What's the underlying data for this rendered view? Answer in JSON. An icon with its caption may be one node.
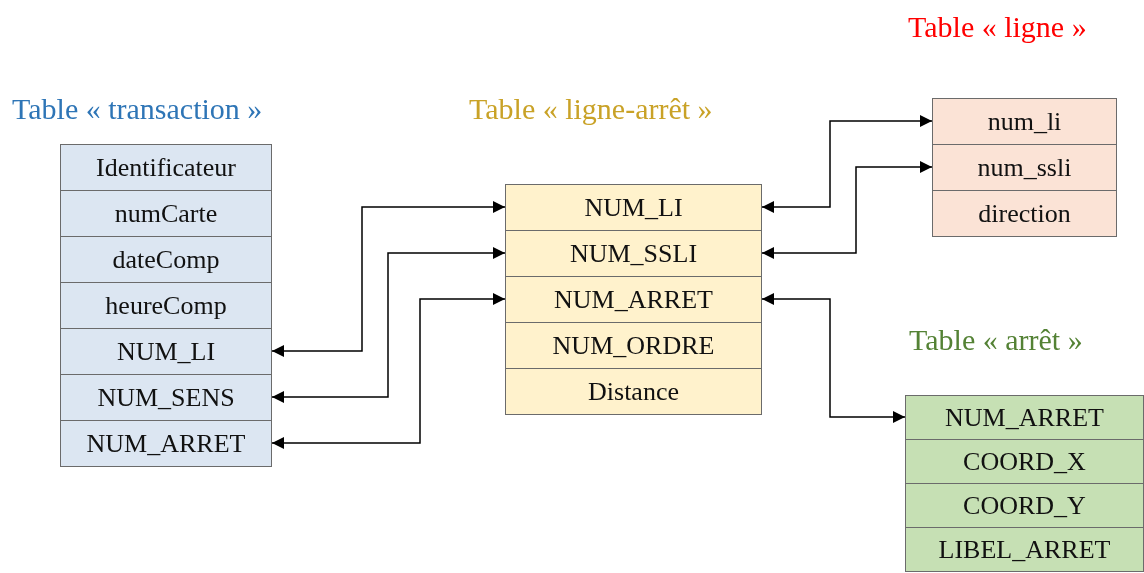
{
  "diagram": {
    "nodes": [
      {
        "text": [
          "Table « transaction »"
        ]
      },
      {
        "text": [
          "Identificateur"
        ],
        "in": 0
      },
      {
        "text": [
          "numCarte"
        ],
        "in": 0
      },
      {
        "text": [
          "dateComp"
        ],
        "in": 0
      },
      {
        "text": [
          "heureComp"
        ],
        "in": 0
      },
      {
        "text": [
          "NUM_LI"
        ],
        "in": 0
      },
      {
        "text": [
          "NUM_SENS"
        ],
        "in": 0
      },
      {
        "text": [
          "NUM_ARRET"
        ],
        "in": 0
      },
      {
        "text": [
          "Table « ligne-arrêt »"
        ]
      },
      {
        "text": [
          "NUM_LI"
        ],
        "in": 8
      },
      {
        "text": [
          "NUM_SSLI"
        ],
        "in": 8
      },
      {
        "text": [
          "NUM_ARRET"
        ],
        "in": 8
      },
      {
        "text": [
          "NUM_ORDRE"
        ],
        "in": 8
      },
      {
        "text": [
          "Distance"
        ],
        "in": 8
      },
      {
        "text": [
          "Table « ligne »"
        ]
      },
      {
        "text": [
          "num_li"
        ],
        "in": 14
      },
      {
        "text": [
          "num_ssli"
        ],
        "in": 14
      },
      {
        "text": [
          "direction"
        ],
        "in": 14
      },
      {
        "text": [
          "Table « arrêt »"
        ]
      },
      {
        "text": [
          "NUM_ARRET"
        ],
        "in": 18
      },
      {
        "text": [
          "COORD_X"
        ],
        "in": 18
      },
      {
        "text": [
          "COORD_Y"
        ],
        "in": 18
      },
      {
        "text": [
          "LIBEL_ARRET"
        ],
        "in": 18
      }
    ],
    "edges": [
      {
        "from": 5,
        "to": 9,
        "arrow": "both"
      },
      {
        "from": 6,
        "to": 10,
        "arrow": "both"
      },
      {
        "from": 7,
        "to": 11,
        "arrow": "both"
      },
      {
        "from": 9,
        "to": 15,
        "arrow": "both"
      },
      {
        "from": 10,
        "to": 16,
        "arrow": "both"
      },
      {
        "from": 11,
        "to": 19,
        "arrow": "both"
      }
    ]
  }
}
